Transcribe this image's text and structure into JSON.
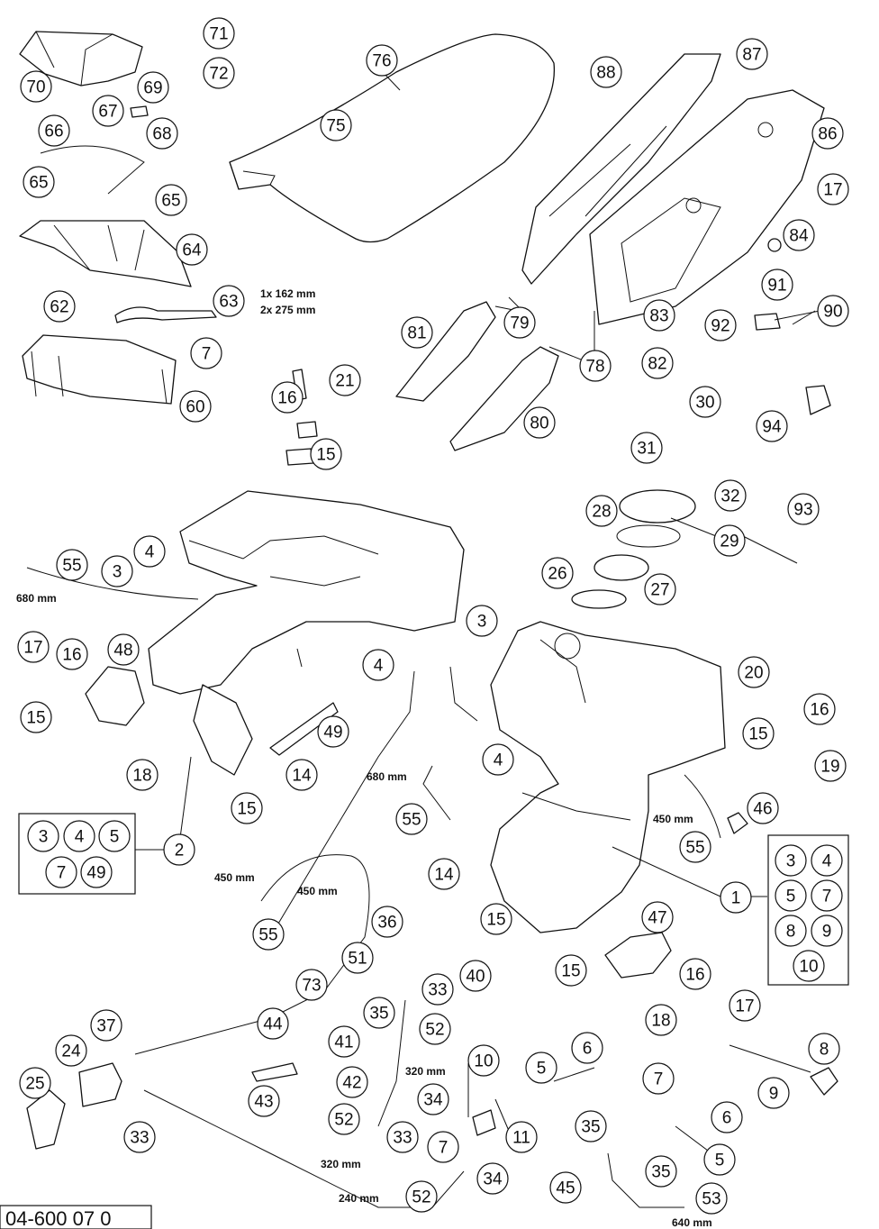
{
  "diagram_code": "04-600 07 0",
  "measurements": {
    "tube_63_a": "1x 162 mm",
    "tube_63_b": "2x 275 mm",
    "hose_680_left": "680 mm",
    "hose_680_mid": "680 mm",
    "hose_450_left": "450 mm",
    "hose_450_mid": "450 mm",
    "hose_450_right": "450 mm",
    "hose_320_a": "320 mm",
    "hose_320_b": "320 mm",
    "hose_240": "240 mm",
    "hose_640": "640 mm"
  },
  "callouts": [
    {
      "id": "c71",
      "label": "71"
    },
    {
      "id": "c72",
      "label": "72"
    },
    {
      "id": "c70",
      "label": "70"
    },
    {
      "id": "c69",
      "label": "69"
    },
    {
      "id": "c67",
      "label": "67"
    },
    {
      "id": "c68",
      "label": "68"
    },
    {
      "id": "c66",
      "label": "66"
    },
    {
      "id": "c65a",
      "label": "65"
    },
    {
      "id": "c65b",
      "label": "65"
    },
    {
      "id": "c64",
      "label": "64"
    },
    {
      "id": "c63",
      "label": "63"
    },
    {
      "id": "c62",
      "label": "62"
    },
    {
      "id": "c7a",
      "label": "7"
    },
    {
      "id": "c60",
      "label": "60"
    },
    {
      "id": "c76",
      "label": "76"
    },
    {
      "id": "c75",
      "label": "75"
    },
    {
      "id": "c88",
      "label": "88"
    },
    {
      "id": "c87",
      "label": "87"
    },
    {
      "id": "c86",
      "label": "86"
    },
    {
      "id": "c17a",
      "label": "17"
    },
    {
      "id": "c84",
      "label": "84"
    },
    {
      "id": "c91",
      "label": "91"
    },
    {
      "id": "c90",
      "label": "90"
    },
    {
      "id": "c92",
      "label": "92"
    },
    {
      "id": "c83",
      "label": "83"
    },
    {
      "id": "c82",
      "label": "82"
    },
    {
      "id": "c81",
      "label": "81"
    },
    {
      "id": "c79",
      "label": "79"
    },
    {
      "id": "c78",
      "label": "78"
    },
    {
      "id": "c80",
      "label": "80"
    },
    {
      "id": "c94",
      "label": "94"
    },
    {
      "id": "c21",
      "label": "21"
    },
    {
      "id": "c16a",
      "label": "16"
    },
    {
      "id": "c15a",
      "label": "15"
    },
    {
      "id": "c30",
      "label": "30"
    },
    {
      "id": "c31",
      "label": "31"
    },
    {
      "id": "c32",
      "label": "32"
    },
    {
      "id": "c93",
      "label": "93"
    },
    {
      "id": "c28",
      "label": "28"
    },
    {
      "id": "c29",
      "label": "29"
    },
    {
      "id": "c26",
      "label": "26"
    },
    {
      "id": "c27",
      "label": "27"
    },
    {
      "id": "c55a",
      "label": "55"
    },
    {
      "id": "c4a",
      "label": "4"
    },
    {
      "id": "c3a",
      "label": "3"
    },
    {
      "id": "c3b",
      "label": "3"
    },
    {
      "id": "c17b",
      "label": "17"
    },
    {
      "id": "c16b",
      "label": "16"
    },
    {
      "id": "c48",
      "label": "48"
    },
    {
      "id": "c15b",
      "label": "15"
    },
    {
      "id": "c4b",
      "label": "4"
    },
    {
      "id": "c20",
      "label": "20"
    },
    {
      "id": "c16c",
      "label": "16"
    },
    {
      "id": "c15c",
      "label": "15"
    },
    {
      "id": "c19",
      "label": "19"
    },
    {
      "id": "c49",
      "label": "49"
    },
    {
      "id": "c4c",
      "label": "4"
    },
    {
      "id": "c18a",
      "label": "18"
    },
    {
      "id": "c14a",
      "label": "14"
    },
    {
      "id": "c15d",
      "label": "15"
    },
    {
      "id": "c55b",
      "label": "55"
    },
    {
      "id": "c46",
      "label": "46"
    },
    {
      "id": "c55c",
      "label": "55"
    },
    {
      "id": "c2",
      "label": "2"
    },
    {
      "id": "c1",
      "label": "1"
    },
    {
      "id": "c55d",
      "label": "55"
    },
    {
      "id": "c14b",
      "label": "14"
    },
    {
      "id": "c15e",
      "label": "15"
    },
    {
      "id": "c36",
      "label": "36"
    },
    {
      "id": "c51",
      "label": "51"
    },
    {
      "id": "c40",
      "label": "40"
    },
    {
      "id": "c47",
      "label": "47"
    },
    {
      "id": "c15f",
      "label": "15"
    },
    {
      "id": "c73",
      "label": "73"
    },
    {
      "id": "c33a",
      "label": "33"
    },
    {
      "id": "c35a",
      "label": "35"
    },
    {
      "id": "c52a",
      "label": "52"
    },
    {
      "id": "c16d",
      "label": "16"
    },
    {
      "id": "c18b",
      "label": "18"
    },
    {
      "id": "c17c",
      "label": "17"
    },
    {
      "id": "c37",
      "label": "37"
    },
    {
      "id": "c44",
      "label": "44"
    },
    {
      "id": "c41",
      "label": "41"
    },
    {
      "id": "c24",
      "label": "24"
    },
    {
      "id": "c10",
      "label": "10"
    },
    {
      "id": "c6a",
      "label": "6"
    },
    {
      "id": "c5a",
      "label": "5"
    },
    {
      "id": "c7b",
      "label": "7"
    },
    {
      "id": "c8",
      "label": "8"
    },
    {
      "id": "c25",
      "label": "25"
    },
    {
      "id": "c42",
      "label": "42"
    },
    {
      "id": "c34a",
      "label": "34"
    },
    {
      "id": "c9",
      "label": "9"
    },
    {
      "id": "c43",
      "label": "43"
    },
    {
      "id": "c52b",
      "label": "52"
    },
    {
      "id": "c11",
      "label": "11"
    },
    {
      "id": "c6b",
      "label": "6"
    },
    {
      "id": "c33b",
      "label": "33"
    },
    {
      "id": "c33c",
      "label": "33"
    },
    {
      "id": "c35b",
      "label": "35"
    },
    {
      "id": "c7c",
      "label": "7"
    },
    {
      "id": "c5b",
      "label": "5"
    },
    {
      "id": "c34b",
      "label": "34"
    },
    {
      "id": "c45",
      "label": "45"
    },
    {
      "id": "c35c",
      "label": "35"
    },
    {
      "id": "c52c",
      "label": "52"
    },
    {
      "id": "c53",
      "label": "53"
    }
  ],
  "kit_boxes": [
    {
      "id": "kit2",
      "items": [
        "3",
        "4",
        "5",
        "7",
        "49"
      ]
    },
    {
      "id": "kit1",
      "items": [
        "3",
        "4",
        "5",
        "7",
        "8",
        "9",
        "10"
      ]
    }
  ]
}
